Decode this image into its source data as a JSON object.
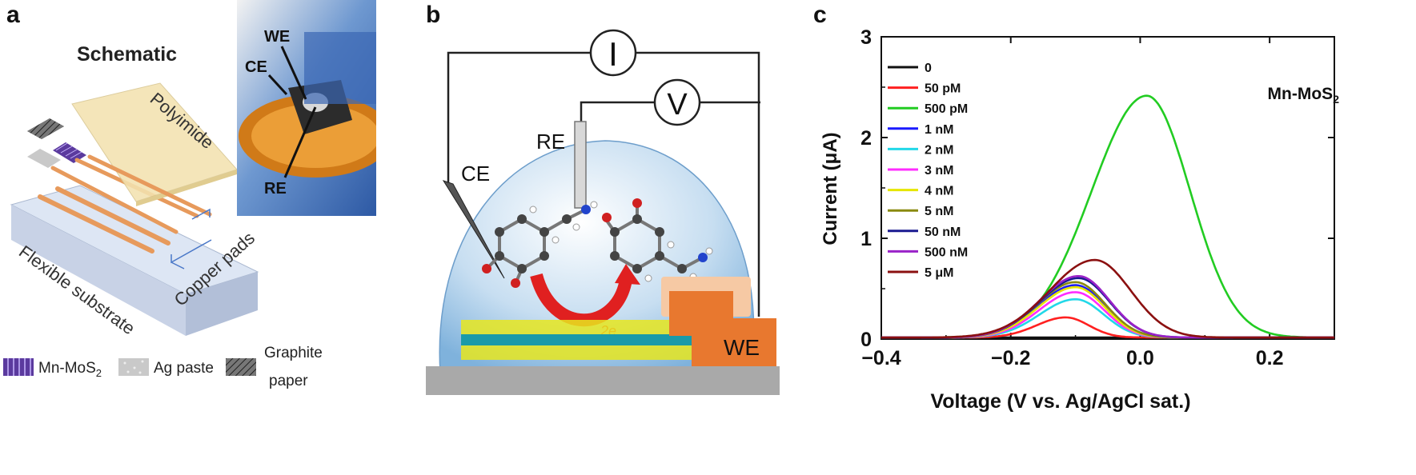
{
  "panel_a": {
    "letter": "a",
    "title": "Schematic",
    "photo_labels": {
      "we": "WE",
      "ce": "CE",
      "re": "RE"
    },
    "layer_labels": {
      "polyimide": "Polyimide",
      "copper": "Copper pads",
      "substrate": "Flexible substrate"
    },
    "legend": {
      "mnmos2": "Mn-MoS",
      "mnmos2_sub": "2",
      "ag": "Ag paste",
      "graphite_1": "Graphite",
      "graphite_2": "paper"
    },
    "colors": {
      "mnmos2": "#5b3a9e",
      "polyimide": "#f3e2b0",
      "substrate": "#dce4f2",
      "copper": "#e79a5c"
    }
  },
  "panel_b": {
    "letter": "b",
    "labels": {
      "current": "I",
      "voltage": "V",
      "re": "RE",
      "ce": "CE",
      "we": "WE",
      "electrons": "2e"
    },
    "colors": {
      "we": "#e8782f",
      "droplet": "#b9d7ee",
      "arrow": "#e02020"
    }
  },
  "panel_c": {
    "letter": "c",
    "annotation": "Mn-MoS",
    "annotation_sub": "2"
  },
  "chart_data": {
    "type": "line",
    "xlabel": "Voltage (V vs. Ag/AgCl sat.)",
    "ylabel": "Current (μA)",
    "xlim": [
      -0.4,
      0.3
    ],
    "ylim": [
      0,
      3
    ],
    "xticks": [
      -0.4,
      -0.2,
      0.0,
      0.2
    ],
    "xtick_labels": [
      "−0.4",
      "−0.2",
      "0.0",
      "0.2"
    ],
    "yticks": [
      0,
      1,
      2,
      3
    ],
    "ytick_labels": [
      "0",
      "1",
      "2",
      "3"
    ],
    "legend_position": "top-left",
    "series": [
      {
        "name": "0",
        "color": "#111111",
        "peak_x": -0.1,
        "peak_y": 0.0,
        "width": 0.06
      },
      {
        "name": "50 pM",
        "color": "#ff2020",
        "peak_x": -0.115,
        "peak_y": 0.2,
        "width": 0.045
      },
      {
        "name": "500 pM",
        "color": "#22cc22",
        "peak_x": 0.01,
        "peak_y": 2.4,
        "width": 0.085
      },
      {
        "name": "1 nM",
        "color": "#1a1aff",
        "peak_x": -0.1,
        "peak_y": 0.52,
        "width": 0.058
      },
      {
        "name": "2 nM",
        "color": "#22d8e8",
        "peak_x": -0.1,
        "peak_y": 0.38,
        "width": 0.055
      },
      {
        "name": "3 nM",
        "color": "#ff2cff",
        "peak_x": -0.1,
        "peak_y": 0.45,
        "width": 0.056
      },
      {
        "name": "4 nM",
        "color": "#e6e600",
        "peak_x": -0.1,
        "peak_y": 0.5,
        "width": 0.057
      },
      {
        "name": "5 nM",
        "color": "#8a8a10",
        "peak_x": -0.1,
        "peak_y": 0.55,
        "width": 0.058
      },
      {
        "name": "50 nM",
        "color": "#1a1a90",
        "peak_x": -0.095,
        "peak_y": 0.59,
        "width": 0.06
      },
      {
        "name": "500 nM",
        "color": "#9a22c8",
        "peak_x": -0.095,
        "peak_y": 0.61,
        "width": 0.06
      },
      {
        "name": "5 μM",
        "color": "#8b1010",
        "peak_x": -0.07,
        "peak_y": 0.77,
        "width": 0.07
      }
    ]
  }
}
